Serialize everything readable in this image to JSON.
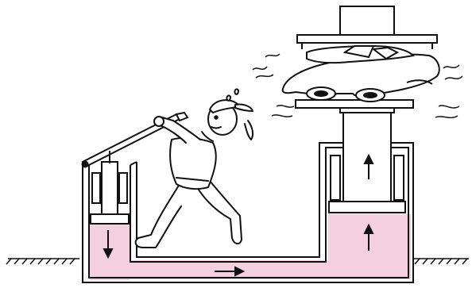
{
  "diagram": {
    "subject": "hydraulic-press",
    "colors": {
      "line": "#111111",
      "fluid": "#f4cfe0",
      "background": "#ffffff"
    },
    "elements": {
      "small_cylinder": "small-piston",
      "large_cylinder": "large-piston",
      "connecting_pipe": "fluid-channel",
      "lever": "pump-handle",
      "press_plate": "top-press-plate",
      "object": "car-being-crushed",
      "person": "worker-pumping"
    },
    "flow_arrows": [
      "down",
      "right",
      "up",
      "up"
    ]
  }
}
